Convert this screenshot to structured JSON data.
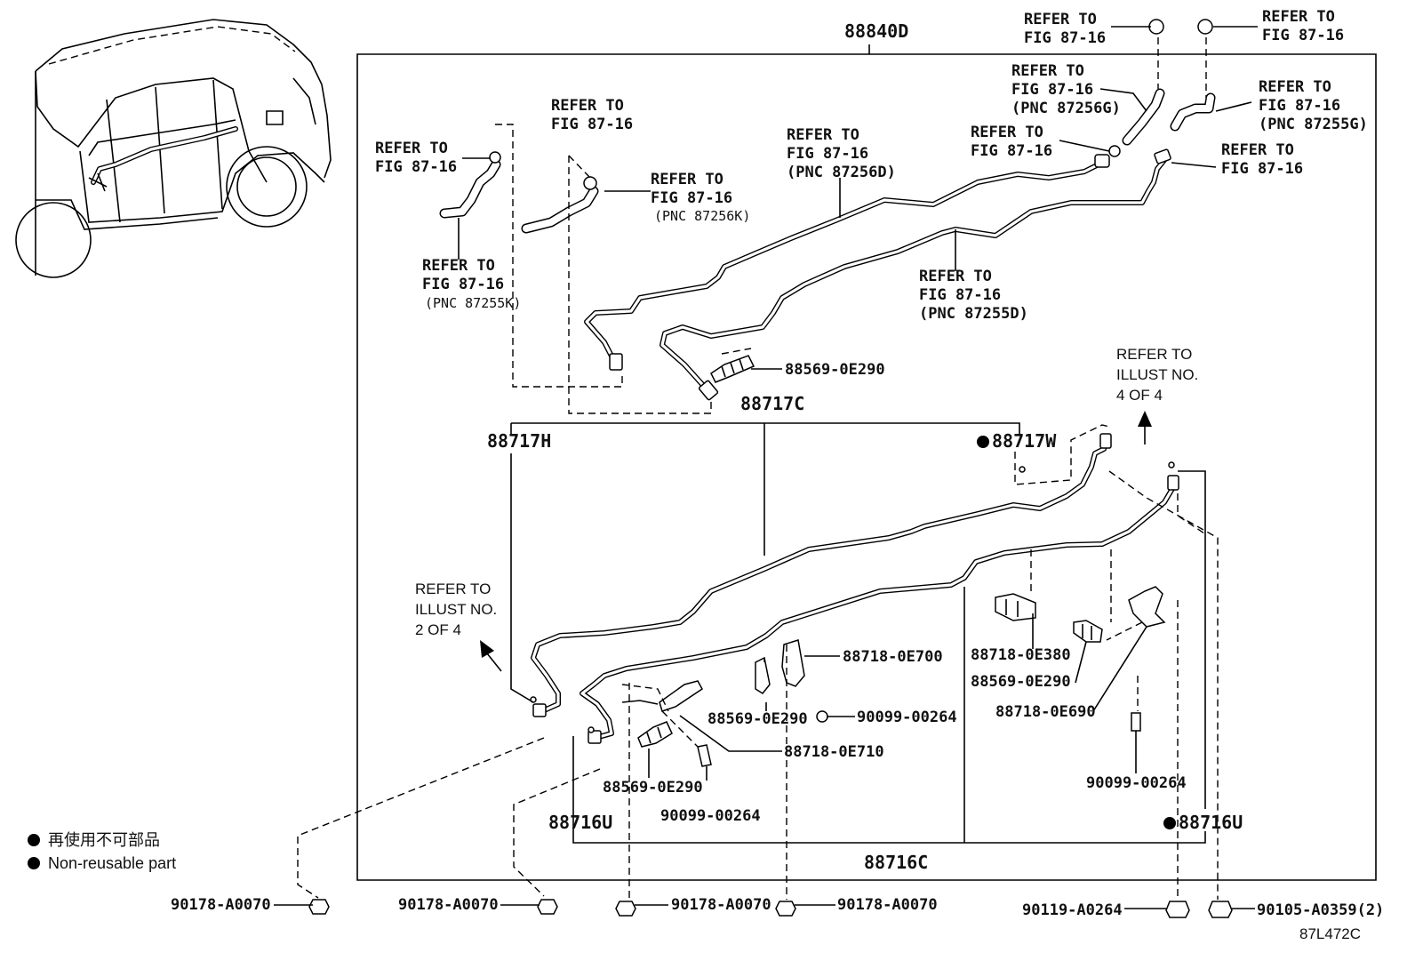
{
  "diagram": {
    "top_assembly": "88840D",
    "callouts": {
      "top_left_refer": [
        "REFER TO",
        "FIG 87-16"
      ],
      "top_right_refer": [
        "REFER TO",
        "FIG 87-16"
      ],
      "pnc_87256g": [
        "REFER TO",
        "FIG 87-16",
        "(PNC 87256G)"
      ],
      "pnc_87255g": [
        "REFER TO",
        "FIG 87-16",
        "(PNC 87255G)"
      ],
      "right_clamp_refer": [
        "REFER TO",
        "FIG 87-16"
      ],
      "mid_clamp_refer": [
        "REFER TO",
        "FIG 87-16"
      ],
      "pnc_87256d": [
        "REFER TO",
        "FIG 87-16",
        "(PNC 87256D)"
      ],
      "pnc_87255d": [
        "REFER TO",
        "FIG 87-16",
        "(PNC 87255D)"
      ],
      "left_clamp_refer": [
        "REFER TO",
        "FIG 87-16"
      ],
      "clip_refer": [
        "REFER TO",
        "FIG 87-16"
      ],
      "pnc_87256k": [
        "REFER TO",
        "FIG 87-16",
        "(PNC 87256K)"
      ],
      "pnc_87255k": [
        "REFER TO",
        "FIG 87-16",
        "(PNC 87255K)"
      ],
      "illust_4_of_4": [
        "REFER TO",
        "ILLUST NO.",
        "4 OF 4"
      ],
      "illust_2_of_4": [
        "REFER TO",
        "ILLUST NO.",
        "2 OF 4"
      ]
    },
    "parts": {
      "p88717C": "88717C",
      "p88717H": "88717H",
      "p88717W": "88717W",
      "p88716U_left": "88716U",
      "p88716U_right": "88716U",
      "p88716C": "88716C",
      "clamp_top": "88569-0E290",
      "clamp_mid": "88569-0E290",
      "clamp_left": "88569-0E290",
      "clamp_right": "88569-0E290",
      "clamp_0E700": "88718-0E700",
      "clamp_0E710": "88718-0E710",
      "clamp_0E380": "88718-0E380",
      "clamp_0E690": "88718-0E690",
      "bolt_mid": "90099-00264",
      "bolt_left": "90099-00264",
      "bolt_right": "90099-00264",
      "nut_1": "90178-A0070",
      "nut_2": "90178-A0070",
      "nut_3": "90178-A0070",
      "nut_4": "90178-A0070",
      "bolt_90119": "90119-A0264",
      "bolt_90105": "90105-A0359(2)"
    },
    "legend": {
      "jp": "再使用不可部品",
      "en": "Non-reusable part"
    },
    "figure_code": "87L472C"
  }
}
